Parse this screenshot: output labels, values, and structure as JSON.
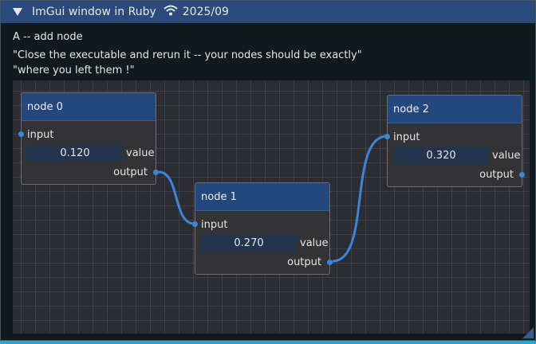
{
  "window": {
    "title": "ImGui window in Ruby",
    "date": "2025/09"
  },
  "instructions": {
    "line1": "A -- add node",
    "line2": "\"Close the executable and rerun it -- your nodes should be exactly\"",
    "line3": "\"where you left them !\""
  },
  "nodes": [
    {
      "title": "node 0",
      "input": "input",
      "value": "0.120",
      "value_label": "value",
      "output": "output"
    },
    {
      "title": "node 1",
      "input": "input",
      "value": "0.270",
      "value_label": "value",
      "output": "output"
    },
    {
      "title": "node 2",
      "input": "input",
      "value": "0.320",
      "value_label": "value",
      "output": "output"
    }
  ],
  "colors": {
    "title_bar": "#294a7a",
    "node_header": "#24487e",
    "link": "#3d85d8",
    "canvas_bg": "#2b2d33"
  },
  "icons": {
    "collapse": "triangle-down-icon",
    "status": "wifi-icon"
  }
}
